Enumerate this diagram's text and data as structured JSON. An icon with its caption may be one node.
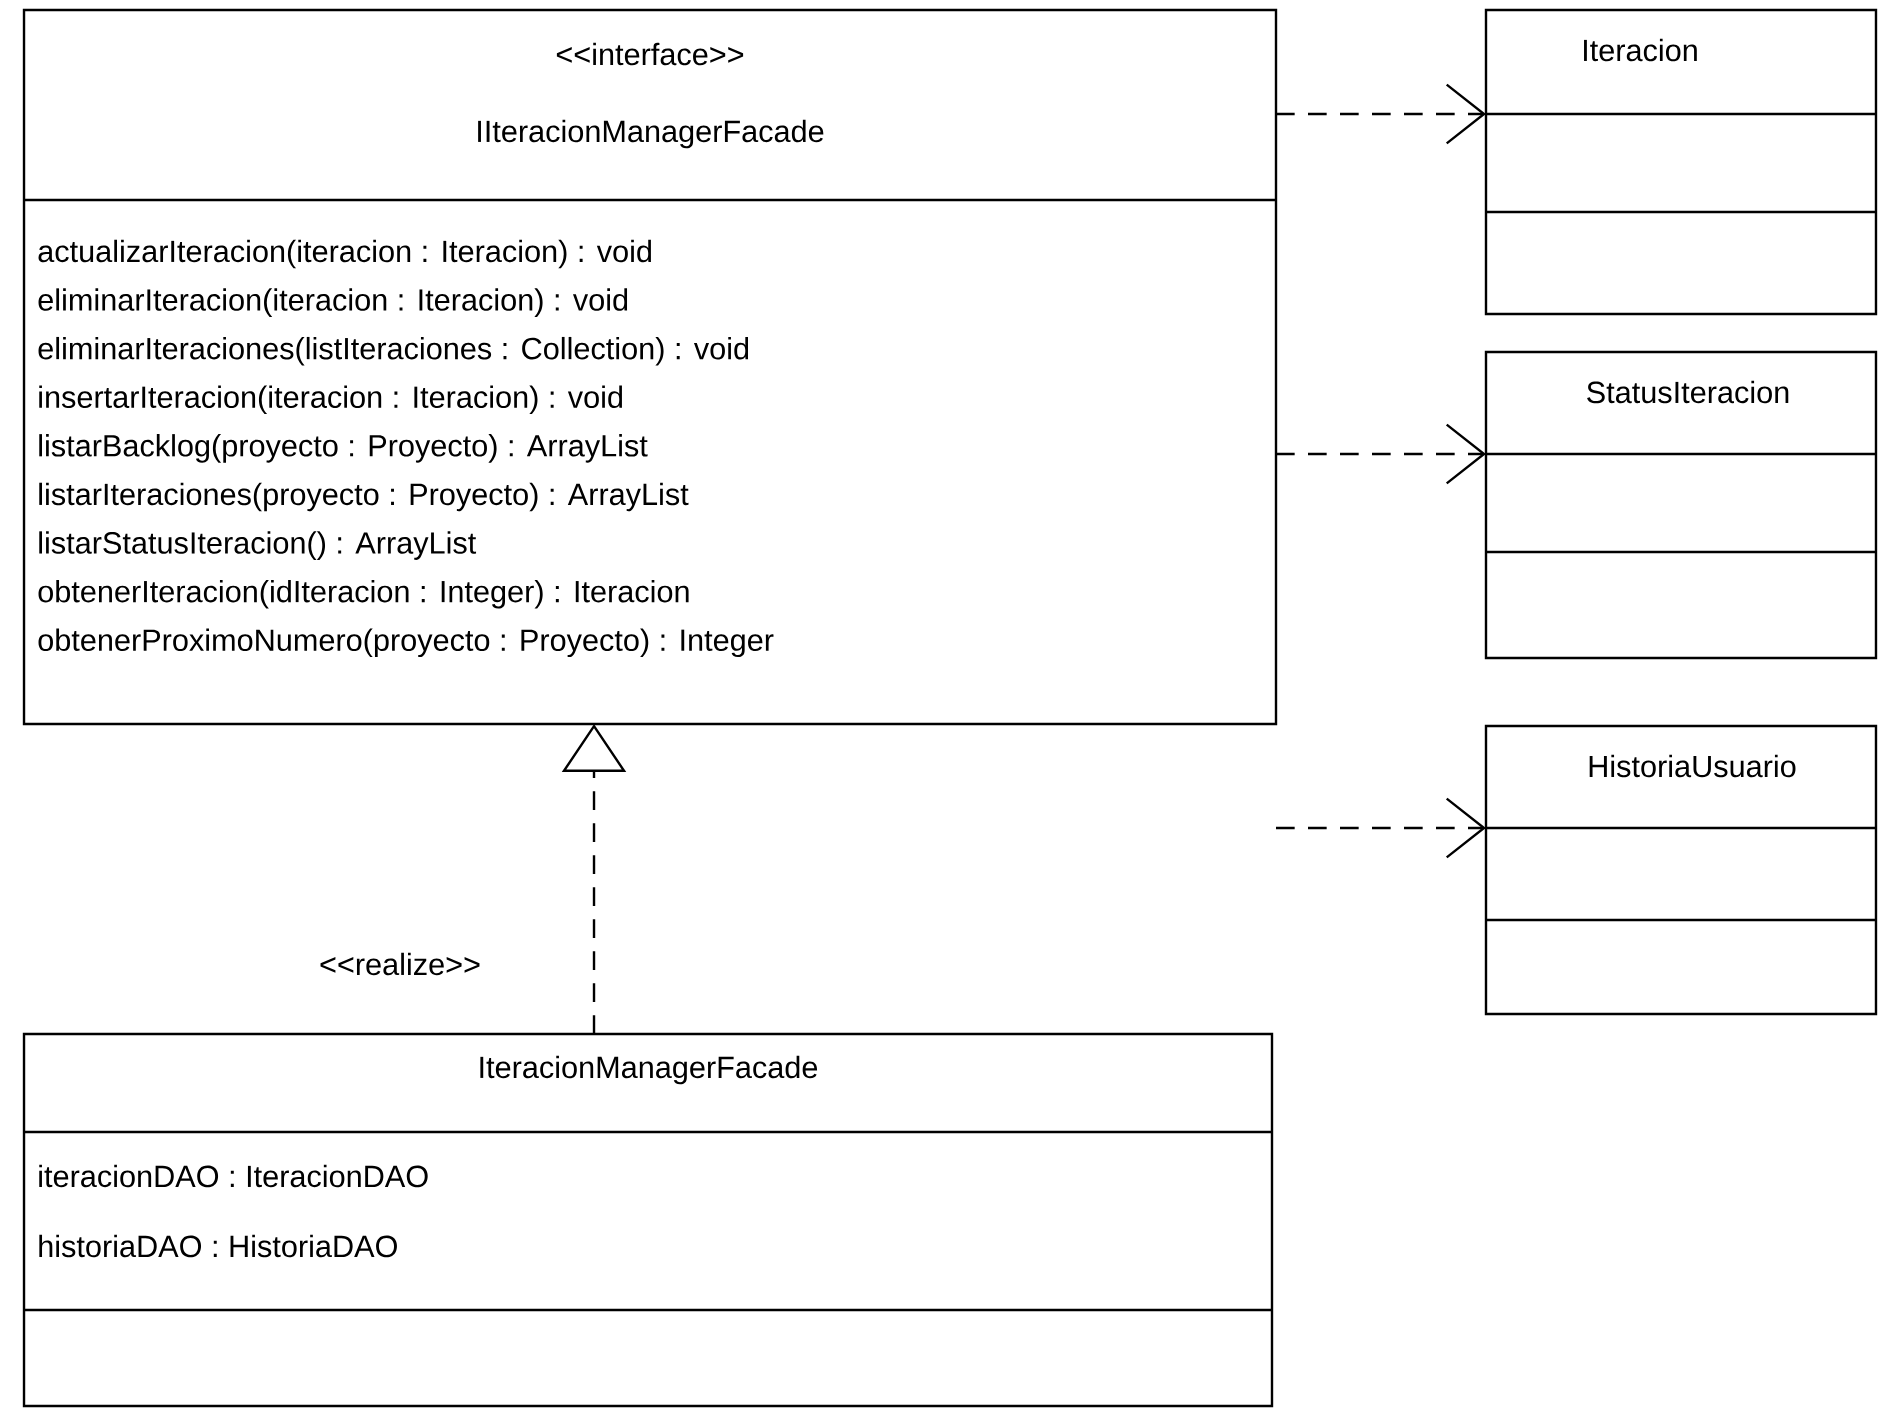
{
  "diagram": {
    "nodes": [
      {
        "text": [
          "<<interface>>",
          "IIteracionManagerFacade",
          "actualizarIteracion(iteracion : Iteracion) : void",
          "eliminarIteracion(iteracion : Iteracion) : void",
          "eliminarIteraciones(listIteraciones : Collection) : void",
          "insertarIteracion(iteracion : Iteracion) : void",
          "listarBacklog(proyecto : Proyecto) : ArrayList",
          "listarIteraciones(proyecto : Proyecto) : ArrayList",
          "listarStatusIteracion() : ArrayList",
          "obtenerIteracion(idIteracion : Integer) : Iteracion",
          "obtenerProximoNumero(proyecto : Proyecto) : Integer"
        ]
      },
      {
        "text": [
          "Iteracion"
        ]
      },
      {
        "text": [
          "StatusIteracion"
        ]
      },
      {
        "text": [
          "HistoriaUsuario"
        ]
      },
      {
        "text": [
          "IteracionManagerFacade",
          "iteracionDAO : IteracionDAO",
          "historiaDAO : HistoriaDAO"
        ]
      }
    ],
    "edges": [
      {
        "from": 0,
        "to": 1,
        "arrow": "to",
        "style": "dashed"
      },
      {
        "from": 0,
        "to": 2,
        "arrow": "to",
        "style": "dashed"
      },
      {
        "from": 0,
        "to": 3,
        "arrow": "to",
        "style": "dashed"
      },
      {
        "from": 4,
        "to": 0,
        "arrow": "to",
        "style": "dashed",
        "label": "<<realize>>"
      }
    ]
  }
}
